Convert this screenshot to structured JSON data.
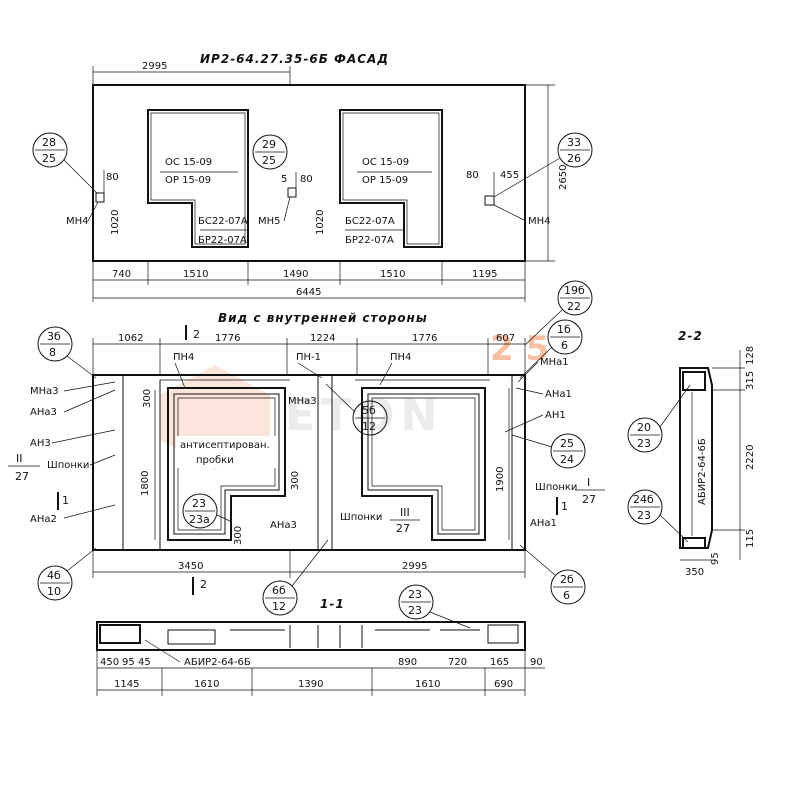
{
  "titles": {
    "facade": "ИР2-64.27.35-6Б  ФАСАД",
    "inner": "Вид с внутренней стороны",
    "sec11": "1-1",
    "sec22": "2-2"
  },
  "facade": {
    "dims_top": [
      "2995"
    ],
    "dims_bottom": [
      "740",
      "1510",
      "1490",
      "1510",
      "1195"
    ],
    "total": "6445",
    "height": "2650",
    "small": [
      "80",
      "1020",
      "5",
      "80",
      "1020",
      "80",
      "455"
    ],
    "window1": [
      "ОС 15-09",
      "ОР 15-09",
      "БС22-07А",
      "БР22-07А"
    ],
    "window2": [
      "ОС 15-09",
      "ОР 15-09",
      "БС22-07А",
      "БР22-07А"
    ],
    "labels": [
      "МН4",
      "МН5",
      "МН4"
    ],
    "markers": [
      [
        "28",
        "25"
      ],
      [
        "29",
        "25"
      ],
      [
        "33",
        "26"
      ]
    ]
  },
  "inner": {
    "dims_top": [
      "1062",
      "1776",
      "1224",
      "1776",
      "607"
    ],
    "dims_bottom": [
      "3450",
      "2995"
    ],
    "heights": [
      "300",
      "1800",
      "300",
      "1900",
      "300"
    ],
    "labels_left": [
      "МНа3",
      "АНа3",
      "АН3",
      "Шпонки",
      "АНа2"
    ],
    "labels_right": [
      "МНа1",
      "АНа1",
      "АН1",
      "Шпонки",
      "АНа1"
    ],
    "labels_inner": [
      "ПН4",
      "ПН-1",
      "ПН4",
      "МНа3",
      "АНа3",
      "Шпонки"
    ],
    "note": [
      "антисептирован.",
      "пробки"
    ],
    "markers": [
      [
        "3б",
        "8"
      ],
      [
        "4б",
        "10"
      ],
      [
        "23",
        "23а"
      ],
      [
        "5б",
        "12"
      ],
      [
        "6б",
        "12"
      ],
      [
        "19б",
        "22"
      ],
      [
        "1б",
        "6"
      ],
      [
        "25",
        "24"
      ],
      [
        "2б",
        "6"
      ]
    ],
    "roman": [
      [
        "II",
        "27"
      ],
      [
        "I",
        "27"
      ],
      [
        "III",
        "27"
      ]
    ],
    "cuts": [
      "2",
      "1",
      "1",
      "2"
    ]
  },
  "section11": {
    "dims_a": [
      "450",
      "95",
      "45",
      "890",
      "720",
      "165",
      "90"
    ],
    "dims_b": [
      "1145",
      "1610",
      "1390",
      "1610",
      "690"
    ],
    "label": "АБИР2-64-6Б",
    "marker": [
      "23",
      "23"
    ]
  },
  "section22": {
    "dims": [
      "128",
      "315",
      "2220",
      "115",
      "95",
      "350"
    ],
    "label": "АБИР2-64-6Б",
    "markers": [
      [
        "20",
        "23"
      ],
      [
        "24б",
        "23"
      ]
    ]
  },
  "watermark": {
    "top": "2 5",
    "main": "ETON"
  }
}
